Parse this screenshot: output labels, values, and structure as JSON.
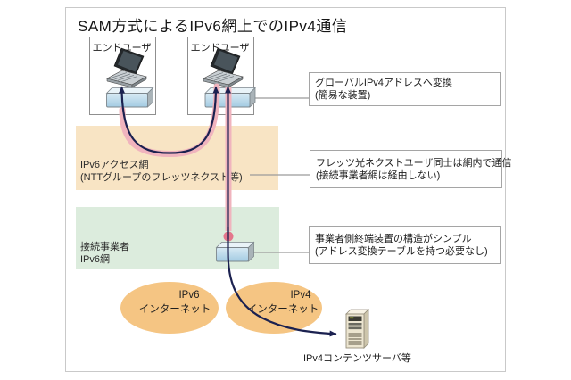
{
  "title": "SAM方式によるIPv6網上でのIPv4通信",
  "end_user_left": {
    "label": "エンドユーザ"
  },
  "end_user_right": {
    "label": "エンドユーザ"
  },
  "access_band": {
    "line1": "IPv6アクセス網",
    "line2": "(NTTグループのフレッツネクスト等)",
    "color": "#f8e4c4"
  },
  "isp_band": {
    "line1": "接続事業者",
    "line2": "IPv6網",
    "color": "#dcecdd"
  },
  "callout_convert": {
    "line1": "グローバルIPv4アドレスへ変換",
    "line2": "(簡易な装置)"
  },
  "callout_innetwork": {
    "line1": "フレッツ光ネクストユーザ同士は網内で通信",
    "line2": "(接続事業者網は経由しない)"
  },
  "callout_simple": {
    "line1": "事業者側終端装置の構造がシンプル",
    "line2": "(アドレス変換テーブルを持つ必要なし)"
  },
  "internet_ipv6": {
    "line1": "IPv6",
    "line2": "インターネット",
    "color": "#f5c583"
  },
  "internet_ipv4": {
    "line1": "IPv4",
    "line2": "インターネット",
    "color": "#f5c583"
  },
  "server": {
    "label": "IPv4コンテンツサーバ等"
  },
  "icons": {
    "laptop": "laptop-icon",
    "adapter": "adapter-device-icon",
    "server": "server-tower-icon",
    "arrow": "navy-arrow"
  },
  "colors": {
    "frame_border": "#c9c9c9",
    "pink_path": "#f0b4be",
    "pink_dot": "#e4768c",
    "navy_path": "#1b2150",
    "leader_line": "#9b9b9b",
    "device_front": "#b5d6e9",
    "access_band": "#f8e4c4",
    "isp_band": "#dcecdd",
    "internet_ellipse": "#f5c583"
  }
}
